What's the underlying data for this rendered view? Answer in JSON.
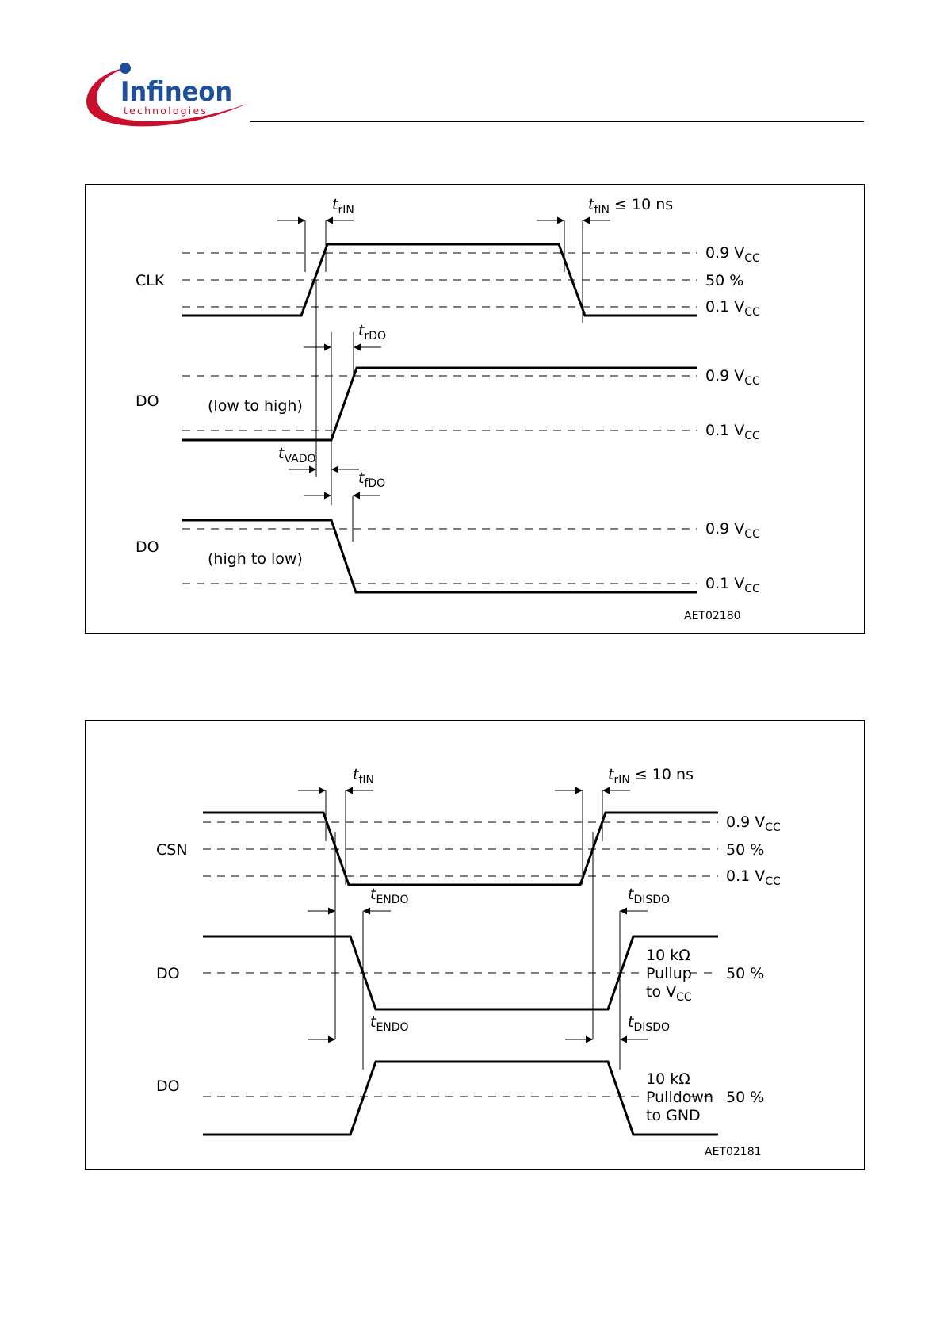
{
  "header": {
    "brand_name": "Infineon",
    "brand_tagline": "technologies"
  },
  "diagram1": {
    "id": "AET02180",
    "signals": {
      "clk": "CLK",
      "do_rise": "DO",
      "do_fall": "DO"
    },
    "notes": {
      "low_to_high": "(low to high)",
      "high_to_low": "(high to low)"
    },
    "levels": {
      "hi": "0.9 V",
      "mid": "50 %",
      "lo": "0.1 V",
      "sub": "CC"
    },
    "timing": {
      "t": "t",
      "rin_sub": "rIN",
      "fin_sub": "fIN",
      "fin_tail": " ≤ 10 ns",
      "rdo_sub": "rDO",
      "vado_sub": "VADO",
      "fdo_sub": "fDO"
    }
  },
  "diagram2": {
    "id": "AET02181",
    "signals": {
      "csn": "CSN",
      "do_pullup": "DO",
      "do_pulldown": "DO"
    },
    "levels": {
      "hi": "0.9 V",
      "mid": "50 %",
      "lo": "0.1 V",
      "sub": "CC"
    },
    "pullup": {
      "l1": "10 kΩ",
      "l2": "Pullup",
      "l3": "to V",
      "l3_sub": "CC",
      "level": "50 %"
    },
    "pulldown": {
      "l1": "10 kΩ",
      "l2": "Pulldown",
      "l3": "to GND",
      "level": "50 %"
    },
    "timing": {
      "t": "t",
      "fin_sub": "fIN",
      "rin_sub": "rIN",
      "rin_tail": " ≤ 10 ns",
      "endo_sub": "ENDO",
      "disdo_sub": "DISDO"
    }
  },
  "colors": {
    "logo_red": "#c8102e",
    "logo_blue": "#1e4f9c"
  }
}
